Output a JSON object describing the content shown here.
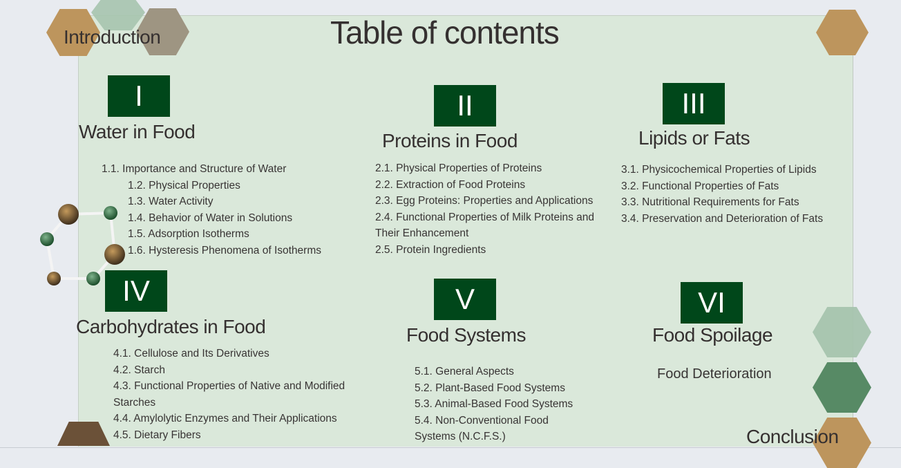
{
  "title": "Table of contents",
  "nav": {
    "intro": "Introduction",
    "conclusion": "Conclusion"
  },
  "colors": {
    "slide_bg": "#dae8da",
    "roman_box": "#00471a",
    "tan": "#bd955d",
    "dark_green": "#5a8a66",
    "light_green": "#a6c4ae"
  },
  "sections": [
    {
      "numeral": "I",
      "heading": "Water in Food",
      "items": [
        "1.1. Importance and Structure of Water",
        "1.2. Physical Properties",
        "1.3. Water Activity",
        "1.4. Behavior of Water in Solutions",
        "1.5. Adsorption Isotherms",
        "1.6. Hysteresis Phenomena of Isotherms"
      ]
    },
    {
      "numeral": "II",
      "heading": "Proteins in Food",
      "items": [
        "2.1. Physical Properties of Proteins",
        "2.2. Extraction of Food Proteins",
        "2.3. Egg Proteins: Properties and Applications",
        "2.4. Functional Properties of Milk Proteins and Their Enhancement",
        "2.5. Protein Ingredients"
      ]
    },
    {
      "numeral": "III",
      "heading": "Lipids or Fats",
      "items": [
        "3.1. Physicochemical Properties of Lipids",
        "3.2. Functional Properties of Fats",
        "3.3. Nutritional Requirements for Fats",
        "3.4. Preservation and Deterioration of Fats"
      ]
    },
    {
      "numeral": "IV",
      "heading": "Carbohydrates in Food",
      "items": [
        "4.1. Cellulose and Its Derivatives",
        "4.2. Starch",
        "4.3. Functional Properties of Native and Modified Starches",
        "4.4. Amylolytic Enzymes and Their Applications",
        "4.5. Dietary Fibers"
      ]
    },
    {
      "numeral": "V",
      "heading": "Food Systems",
      "items": [
        "5.1. General Aspects",
        "5.2. Plant-Based Food Systems",
        "5.3. Animal-Based Food Systems",
        "5.4. Non-Conventional Food Systems (N.C.F.S.)"
      ]
    },
    {
      "numeral": "VI",
      "heading": "Food Spoilage",
      "items": [
        "Food Deterioration"
      ]
    }
  ]
}
